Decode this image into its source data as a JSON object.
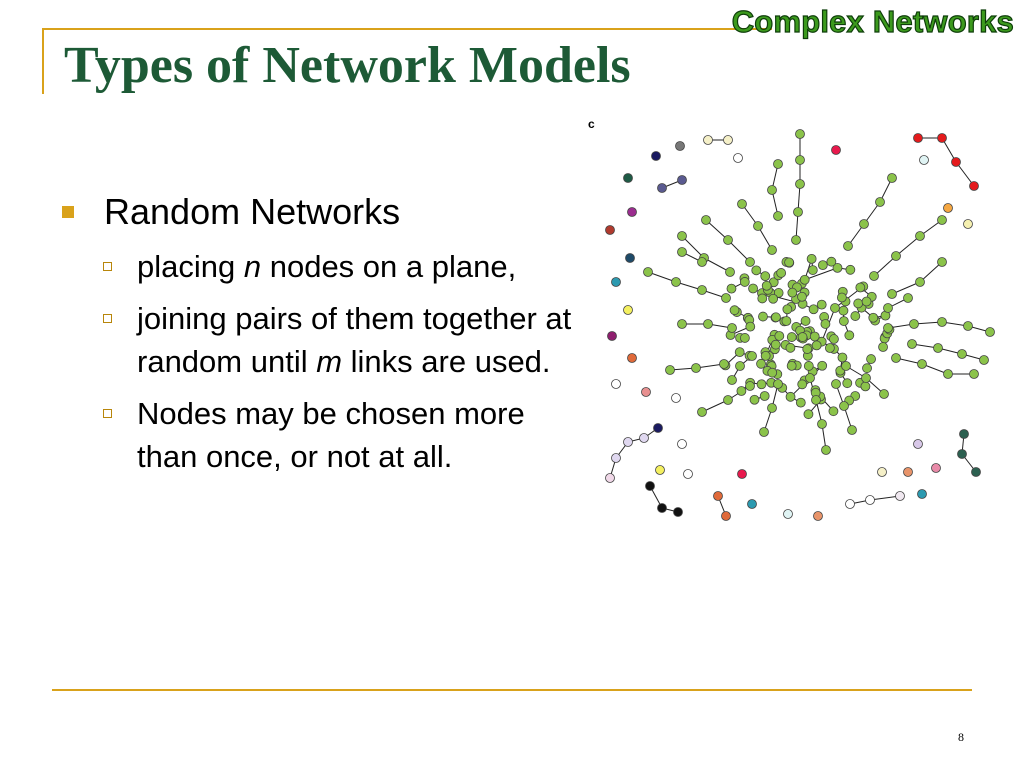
{
  "slide": {
    "badge": "Complex Networks",
    "title": "Types of Network Models",
    "page_number": "8",
    "accent_color": "#d9a21b",
    "title_color": "#1d5a36"
  },
  "bullets": {
    "level1": "Random Networks",
    "items": [
      {
        "before": "placing ",
        "italic": "n",
        "after": " nodes on a plane,"
      },
      {
        "before": "joining pairs of them together at random until ",
        "italic": "m",
        "after": " links are used."
      },
      {
        "before": "Nodes may be chosen more than once, or not at all.",
        "italic": "",
        "after": ""
      }
    ]
  },
  "figure": {
    "corner_label": "c",
    "cluster_color": "#8bc34a"
  }
}
